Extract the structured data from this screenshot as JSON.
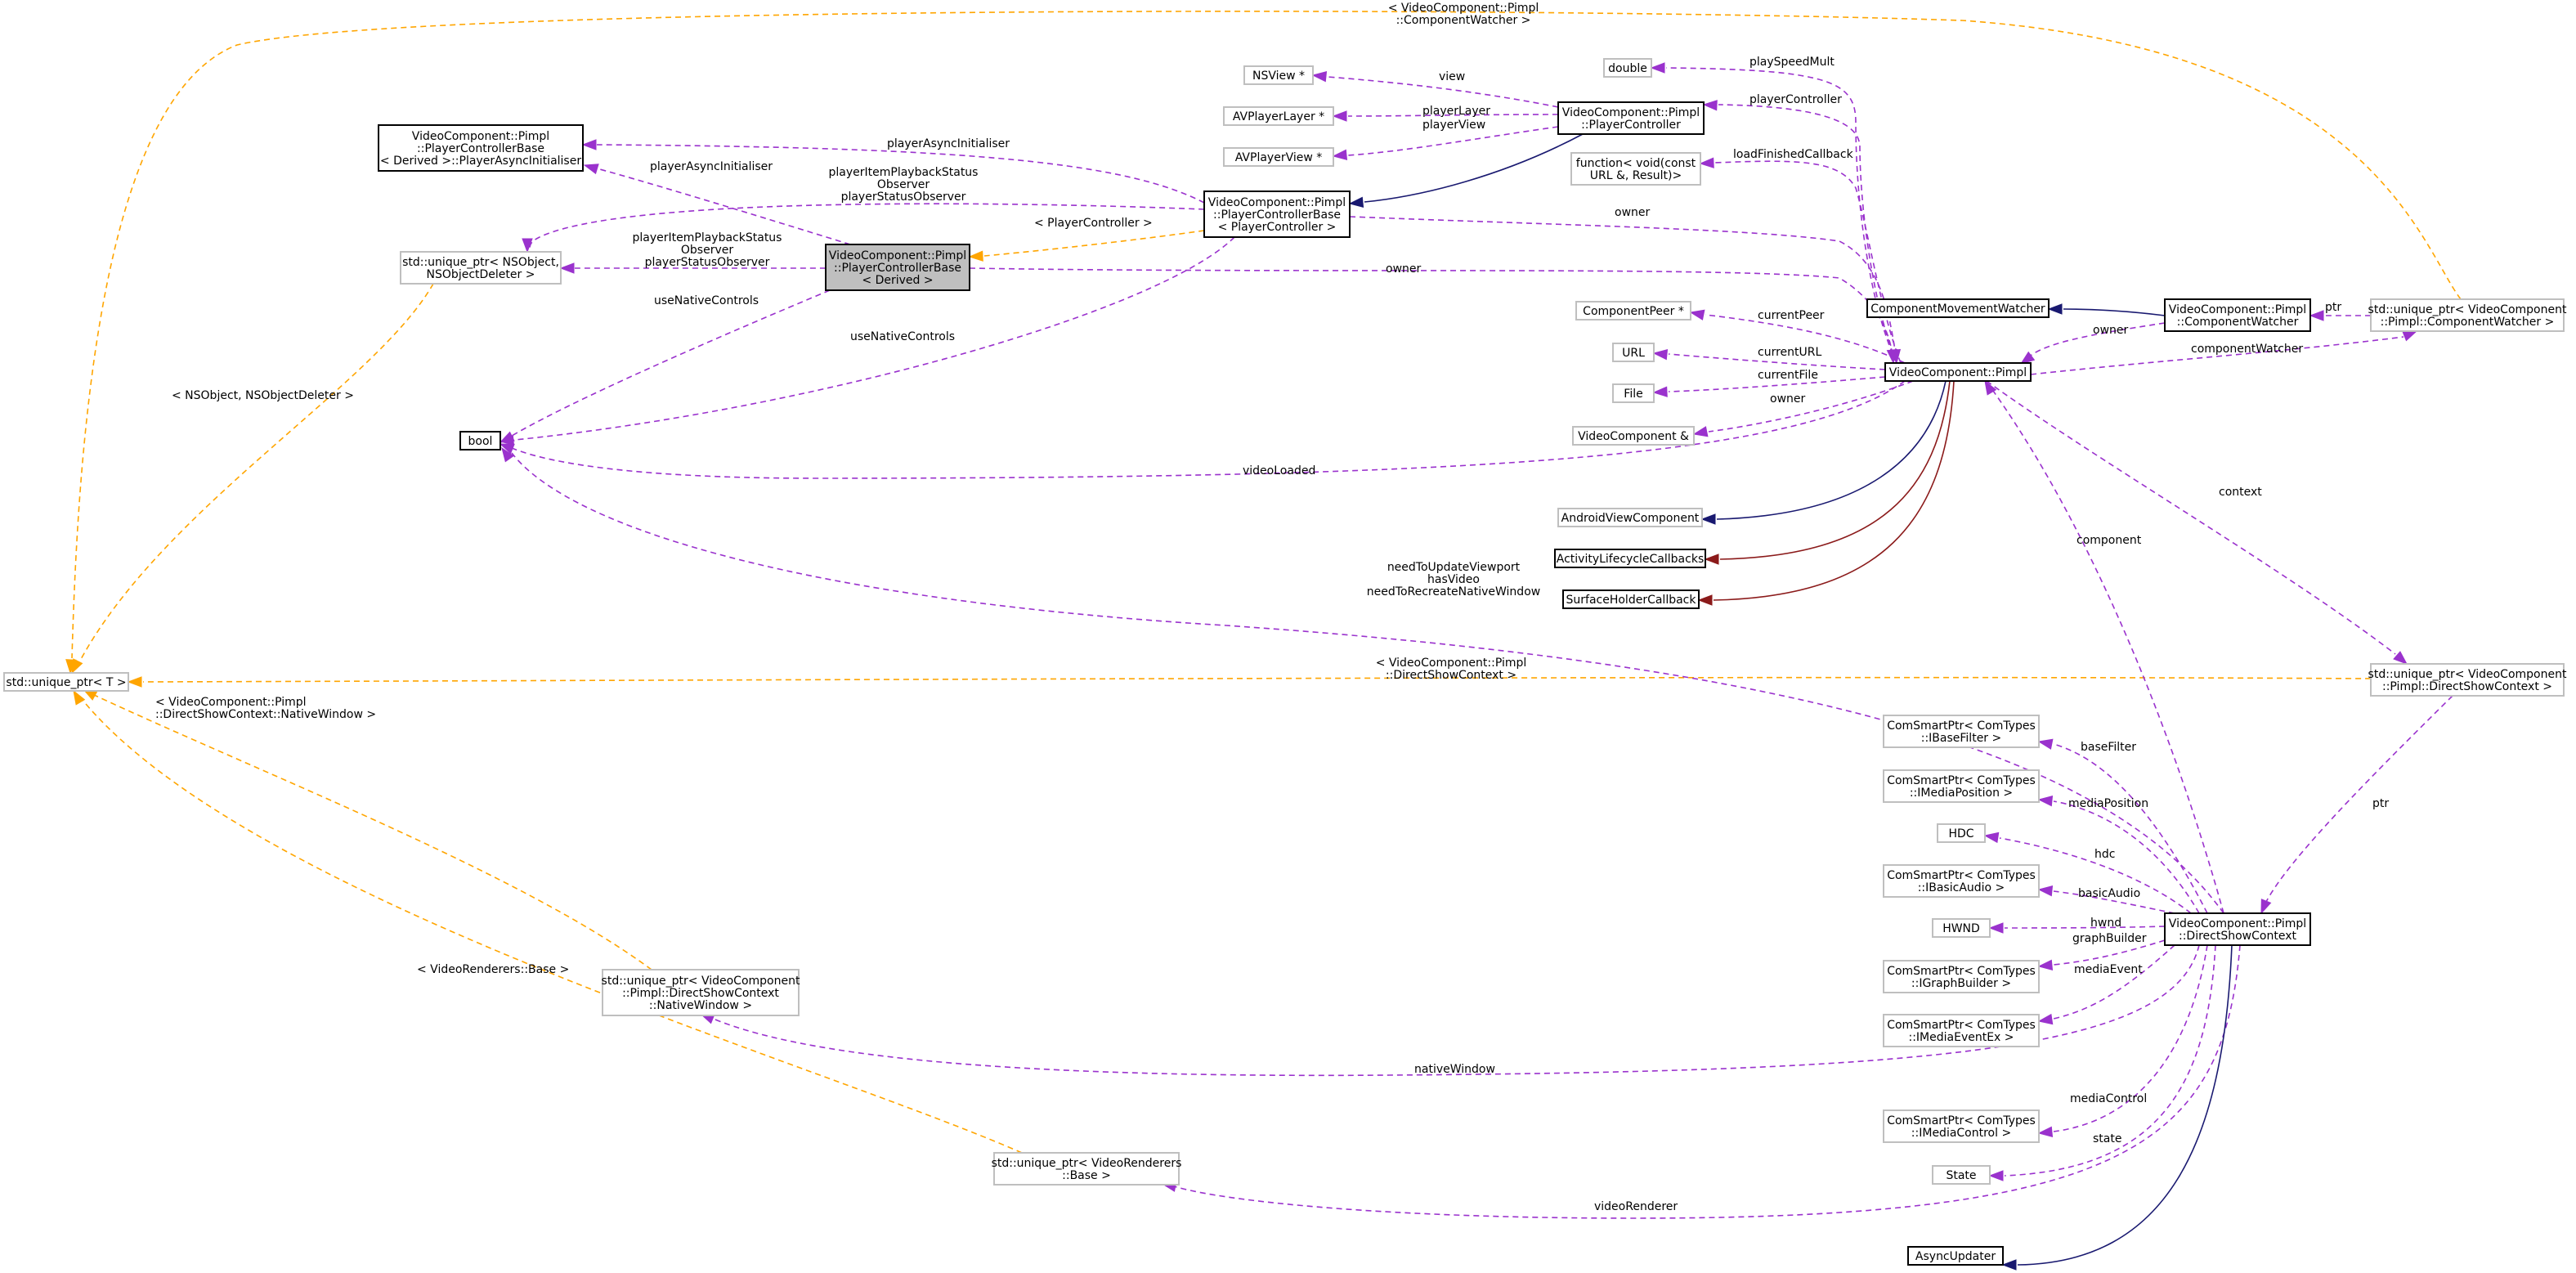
{
  "colors": {
    "usage": "#9a32cd",
    "template": "#ffa500",
    "inherit_public": "#191970",
    "inherit_private": "#8b1a1a",
    "node_border_strong": "#000000",
    "node_border_weak": "#bfbfbf",
    "node_fill_focus": "#bfbfbf",
    "background": "#ffffff"
  },
  "nodes": [
    {
      "id": "uniqueT",
      "lines": [
        "std::unique_ptr< T >"
      ],
      "style": "weak"
    },
    {
      "id": "asyncInit",
      "lines": [
        "VideoComponent::Pimpl",
        "::PlayerControllerBase",
        "< Derived >::PlayerAsyncInitialiser"
      ],
      "style": "strong"
    },
    {
      "id": "uniqueNSObj",
      "lines": [
        "std::unique_ptr< NSObject,",
        "NSObjectDeleter >"
      ],
      "style": "weak"
    },
    {
      "id": "pcbDerived",
      "lines": [
        "VideoComponent::Pimpl",
        "::PlayerControllerBase",
        "< Derived >"
      ],
      "style": "focus"
    },
    {
      "id": "bool",
      "lines": [
        "bool"
      ],
      "style": "strong"
    },
    {
      "id": "nsview",
      "lines": [
        "NSView *"
      ],
      "style": "weak"
    },
    {
      "id": "avplayerlayer",
      "lines": [
        "AVPlayerLayer *"
      ],
      "style": "weak"
    },
    {
      "id": "avplayerview",
      "lines": [
        "AVPlayerView *"
      ],
      "style": "weak"
    },
    {
      "id": "playerController",
      "lines": [
        "VideoComponent::Pimpl",
        "::PlayerController"
      ],
      "style": "strong"
    },
    {
      "id": "pcbPC",
      "lines": [
        "VideoComponent::Pimpl",
        "::PlayerControllerBase",
        "< PlayerController >"
      ],
      "style": "strong"
    },
    {
      "id": "double",
      "lines": [
        "double"
      ],
      "style": "weak"
    },
    {
      "id": "function",
      "lines": [
        "function< void(const",
        "URL &, Result)>"
      ],
      "style": "weak"
    },
    {
      "id": "componentPeer",
      "lines": [
        "ComponentPeer *"
      ],
      "style": "weak"
    },
    {
      "id": "url",
      "lines": [
        "URL"
      ],
      "style": "weak"
    },
    {
      "id": "file",
      "lines": [
        "File"
      ],
      "style": "weak"
    },
    {
      "id": "videoComponentRef",
      "lines": [
        "VideoComponent &"
      ],
      "style": "weak"
    },
    {
      "id": "pimpl",
      "lines": [
        "VideoComponent::Pimpl"
      ],
      "style": "strong"
    },
    {
      "id": "compMoveWatcher",
      "lines": [
        "ComponentMovementWatcher"
      ],
      "style": "strong"
    },
    {
      "id": "compWatcher",
      "lines": [
        "VideoComponent::Pimpl",
        "::ComponentWatcher"
      ],
      "style": "strong"
    },
    {
      "id": "uniqueCompWatcher",
      "lines": [
        "std::unique_ptr< VideoComponent",
        "::Pimpl::ComponentWatcher >"
      ],
      "style": "weak"
    },
    {
      "id": "androidView",
      "lines": [
        "AndroidViewComponent"
      ],
      "style": "weak"
    },
    {
      "id": "activityCb",
      "lines": [
        "ActivityLifecycleCallbacks"
      ],
      "style": "strong"
    },
    {
      "id": "surfaceCb",
      "lines": [
        "SurfaceHolderCallback"
      ],
      "style": "strong"
    },
    {
      "id": "uniqueDSC",
      "lines": [
        "std::unique_ptr< VideoComponent",
        "::Pimpl::DirectShowContext >"
      ],
      "style": "weak"
    },
    {
      "id": "baseFilter",
      "lines": [
        "ComSmartPtr< ComTypes",
        "::IBaseFilter >"
      ],
      "style": "weak"
    },
    {
      "id": "mediaPosition",
      "lines": [
        "ComSmartPtr< ComTypes",
        "::IMediaPosition >"
      ],
      "style": "weak"
    },
    {
      "id": "hdc",
      "lines": [
        "HDC"
      ],
      "style": "weak"
    },
    {
      "id": "basicAudio",
      "lines": [
        "ComSmartPtr< ComTypes",
        "::IBasicAudio >"
      ],
      "style": "weak"
    },
    {
      "id": "hwnd",
      "lines": [
        "HWND"
      ],
      "style": "weak"
    },
    {
      "id": "graphBuilder",
      "lines": [
        "ComSmartPtr< ComTypes",
        "::IGraphBuilder >"
      ],
      "style": "weak"
    },
    {
      "id": "mediaEvent",
      "lines": [
        "ComSmartPtr< ComTypes",
        "::IMediaEventEx >"
      ],
      "style": "weak"
    },
    {
      "id": "mediaControl",
      "lines": [
        "ComSmartPtr< ComTypes",
        "::IMediaControl >"
      ],
      "style": "weak"
    },
    {
      "id": "state",
      "lines": [
        "State"
      ],
      "style": "weak"
    },
    {
      "id": "dsc",
      "lines": [
        "VideoComponent::Pimpl",
        "::DirectShowContext"
      ],
      "style": "strong"
    },
    {
      "id": "uniqueNativeWindow",
      "lines": [
        "std::unique_ptr< VideoComponent",
        "::Pimpl::DirectShowContext",
        "::NativeWindow >"
      ],
      "style": "weak"
    },
    {
      "id": "uniqueRenderer",
      "lines": [
        "std::unique_ptr< VideoRenderers",
        "::Base >"
      ],
      "style": "weak"
    },
    {
      "id": "asyncUpdater",
      "lines": [
        "AsyncUpdater"
      ],
      "style": "strong"
    }
  ],
  "edges": [
    {
      "id": "e-compwatcher-tmpl",
      "kind": "template",
      "from": "uniqueCompWatcher",
      "to": "uniqueT",
      "label": [
        "< VideoComponent::Pimpl",
        "::ComponentWatcher >"
      ]
    },
    {
      "id": "e-nsobj-tmpl",
      "kind": "template",
      "from": "uniqueNSObj",
      "to": "uniqueT",
      "label": [
        "< NSObject, NSObjectDeleter >"
      ]
    },
    {
      "id": "e-dsc-tmpl",
      "kind": "template",
      "from": "uniqueDSC",
      "to": "uniqueT",
      "label": [
        "< VideoComponent::Pimpl",
        "::DirectShowContext >"
      ]
    },
    {
      "id": "e-nativewin-tmpl",
      "kind": "template",
      "from": "uniqueNativeWindow",
      "to": "uniqueT",
      "label": [
        "< VideoComponent::Pimpl",
        "::DirectShowContext::NativeWindow >"
      ]
    },
    {
      "id": "e-renderer-tmpl",
      "kind": "template",
      "from": "uniqueRenderer",
      "to": "uniqueT",
      "label": [
        "< VideoRenderers::Base >"
      ]
    },
    {
      "id": "e-pcb-tmpl",
      "kind": "template",
      "from": "pcbPC",
      "to": "pcbDerived",
      "label": [
        "< PlayerController >"
      ]
    },
    {
      "id": "e-asyncinit-pc",
      "kind": "usage",
      "from": "pcbPC",
      "to": "asyncInit",
      "label": [
        "playerAsyncInitialiser"
      ]
    },
    {
      "id": "e-asyncinit-derived",
      "kind": "usage",
      "from": "pcbDerived",
      "to": "asyncInit",
      "label": [
        "playerAsyncInitialiser"
      ]
    },
    {
      "id": "e-nsobj-pc",
      "kind": "usage",
      "from": "pcbPC",
      "to": "uniqueNSObj",
      "label": [
        "playerItemPlaybackStatus",
        "Observer",
        "playerStatusObserver"
      ]
    },
    {
      "id": "e-nsobj-derived",
      "kind": "usage",
      "from": "pcbDerived",
      "to": "uniqueNSObj",
      "label": [
        "playerItemPlaybackStatus",
        "Observer",
        "playerStatusObserver"
      ]
    },
    {
      "id": "e-bool-derived",
      "kind": "usage",
      "from": "pcbDerived",
      "to": "bool",
      "label": [
        "useNativeControls"
      ]
    },
    {
      "id": "e-bool-pc",
      "kind": "usage",
      "from": "pcbPC",
      "to": "bool",
      "label": [
        "useNativeControls"
      ]
    },
    {
      "id": "e-bool-pimpl",
      "kind": "usage",
      "from": "pimpl",
      "to": "bool",
      "label": [
        "videoLoaded"
      ]
    },
    {
      "id": "e-bool-dsc",
      "kind": "usage",
      "from": "dsc",
      "to": "bool",
      "label": [
        "needToUpdateViewport",
        "hasVideo",
        "needToRecreateNativeWindow"
      ]
    },
    {
      "id": "e-nsview",
      "kind": "usage",
      "from": "playerController",
      "to": "nsview",
      "label": [
        "view"
      ]
    },
    {
      "id": "e-avlayer",
      "kind": "usage",
      "from": "playerController",
      "to": "avplayerlayer",
      "label": [
        "playerLayer"
      ]
    },
    {
      "id": "e-avview",
      "kind": "usage",
      "from": "playerController",
      "to": "avplayerview",
      "label": [
        "playerView"
      ]
    },
    {
      "id": "e-pc-inherit",
      "kind": "inherit_public",
      "from": "playerController",
      "to": "pcbPC",
      "label": []
    },
    {
      "id": "e-double",
      "kind": "usage",
      "from": "pimpl",
      "to": "double",
      "label": [
        "playSpeedMult"
      ]
    },
    {
      "id": "e-pc-ctrl",
      "kind": "usage",
      "from": "pimpl",
      "to": "playerController",
      "label": [
        "playerController"
      ]
    },
    {
      "id": "e-function",
      "kind": "usage",
      "from": "pimpl",
      "to": "function",
      "label": [
        "loadFinishedCallback"
      ]
    },
    {
      "id": "e-owner-pc",
      "kind": "usage",
      "from": "pcbPC",
      "to": "pimpl",
      "label": [
        "owner"
      ]
    },
    {
      "id": "e-owner-derived",
      "kind": "usage",
      "from": "pcbDerived",
      "to": "pimpl",
      "label": [
        "owner"
      ]
    },
    {
      "id": "e-peer",
      "kind": "usage",
      "from": "pimpl",
      "to": "componentPeer",
      "label": [
        "currentPeer"
      ]
    },
    {
      "id": "e-url",
      "kind": "usage",
      "from": "pimpl",
      "to": "url",
      "label": [
        "currentURL"
      ]
    },
    {
      "id": "e-file",
      "kind": "usage",
      "from": "pimpl",
      "to": "file",
      "label": [
        "currentFile"
      ]
    },
    {
      "id": "e-vcref",
      "kind": "usage",
      "from": "pimpl",
      "to": "videoComponentRef",
      "label": [
        "owner"
      ]
    },
    {
      "id": "e-cmw-inherit",
      "kind": "inherit_public",
      "from": "compWatcher",
      "to": "compMoveWatcher",
      "label": []
    },
    {
      "id": "e-cw-owner",
      "kind": "usage",
      "from": "compWatcher",
      "to": "pimpl",
      "label": [
        "owner"
      ]
    },
    {
      "id": "e-cw-ptr",
      "kind": "usage",
      "from": "uniqueCompWatcher",
      "to": "compWatcher",
      "label": [
        "ptr"
      ]
    },
    {
      "id": "e-cw-member",
      "kind": "usage",
      "from": "pimpl",
      "to": "uniqueCompWatcher",
      "label": [
        "componentWatcher"
      ]
    },
    {
      "id": "e-android-inherit",
      "kind": "inherit_public",
      "from": "pimpl",
      "to": "androidView",
      "label": []
    },
    {
      "id": "e-activity-inherit",
      "kind": "inherit_private",
      "from": "pimpl",
      "to": "activityCb",
      "label": []
    },
    {
      "id": "e-surface-inherit",
      "kind": "inherit_private",
      "from": "pimpl",
      "to": "surfaceCb",
      "label": []
    },
    {
      "id": "e-context",
      "kind": "usage",
      "from": "pimpl",
      "to": "uniqueDSC",
      "label": [
        "context"
      ]
    },
    {
      "id": "e-component",
      "kind": "usage",
      "from": "dsc",
      "to": "pimpl",
      "label": [
        "component"
      ]
    },
    {
      "id": "e-dsc-ptr",
      "kind": "usage",
      "from": "uniqueDSC",
      "to": "dsc",
      "label": [
        "ptr"
      ]
    },
    {
      "id": "e-basefilter",
      "kind": "usage",
      "from": "dsc",
      "to": "baseFilter",
      "label": [
        "baseFilter"
      ]
    },
    {
      "id": "e-mediapos",
      "kind": "usage",
      "from": "dsc",
      "to": "mediaPosition",
      "label": [
        "mediaPosition"
      ]
    },
    {
      "id": "e-hdc",
      "kind": "usage",
      "from": "dsc",
      "to": "hdc",
      "label": [
        "hdc"
      ]
    },
    {
      "id": "e-basicaudio",
      "kind": "usage",
      "from": "dsc",
      "to": "basicAudio",
      "label": [
        "basicAudio"
      ]
    },
    {
      "id": "e-hwnd",
      "kind": "usage",
      "from": "dsc",
      "to": "hwnd",
      "label": [
        "hwnd"
      ]
    },
    {
      "id": "e-graphbuilder",
      "kind": "usage",
      "from": "dsc",
      "to": "graphBuilder",
      "label": [
        "graphBuilder"
      ]
    },
    {
      "id": "e-mediaevent",
      "kind": "usage",
      "from": "dsc",
      "to": "mediaEvent",
      "label": [
        "mediaEvent"
      ]
    },
    {
      "id": "e-mediacontrol",
      "kind": "usage",
      "from": "dsc",
      "to": "mediaControl",
      "label": [
        "mediaControl"
      ]
    },
    {
      "id": "e-state",
      "kind": "usage",
      "from": "dsc",
      "to": "state",
      "label": [
        "state"
      ]
    },
    {
      "id": "e-nativewindow",
      "kind": "usage",
      "from": "dsc",
      "to": "uniqueNativeWindow",
      "label": [
        "nativeWindow"
      ]
    },
    {
      "id": "e-renderer",
      "kind": "usage",
      "from": "dsc",
      "to": "uniqueRenderer",
      "label": [
        "videoRenderer"
      ]
    },
    {
      "id": "e-asyncupdater-inherit",
      "kind": "inherit_public",
      "from": "dsc",
      "to": "asyncUpdater",
      "label": []
    }
  ]
}
